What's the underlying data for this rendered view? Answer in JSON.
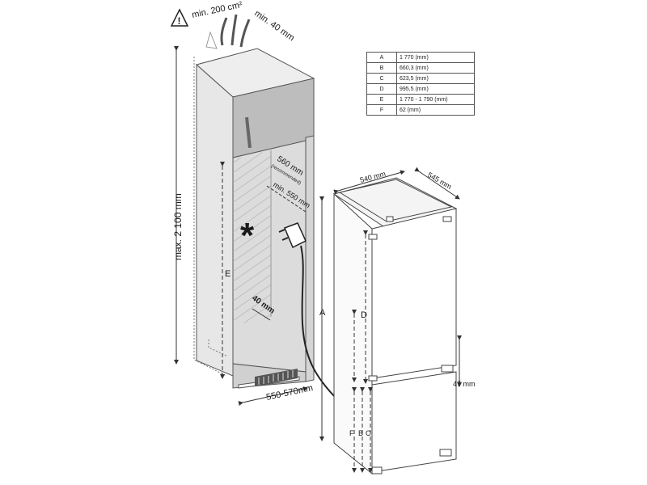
{
  "diagram": {
    "warning_text": "min. 200 cm²",
    "top_gap": "min. 40 mm",
    "max_height": "max. 2 100 mm",
    "niche_depth": "560 mm",
    "niche_depth_note": "(recommended)",
    "niche_depth_min": "min. 550 mm",
    "rear_gap": "40 mm",
    "niche_width": "550-570mm",
    "label_e_left": "E",
    "fridge_width": "540 mm",
    "fridge_depth": "545 mm",
    "label_a": "A",
    "label_d": "D",
    "label_f": "F",
    "label_b": "B",
    "label_c": "C",
    "door_gap": "47 mm"
  },
  "dimensions_table": [
    {
      "key": "A",
      "value": "1 770 (mm)"
    },
    {
      "key": "B",
      "value": "660,3 (mm)"
    },
    {
      "key": "C",
      "value": "623,5 (mm)"
    },
    {
      "key": "D",
      "value": "995,5 (mm)"
    },
    {
      "key": "E",
      "value": "1 770 - 1 790 (mm)"
    },
    {
      "key": "F",
      "value": "62 (mm)"
    }
  ],
  "colors": {
    "cabinet_fill": "#e6e6e6",
    "cabinet_shade": "#b9b9b9",
    "inner": "#d9d9d9",
    "line": "#333333"
  }
}
